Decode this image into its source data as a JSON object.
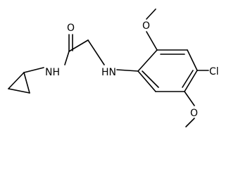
{
  "molecule": {
    "atoms": {
      "oxygen_carbonyl": "O",
      "amide_nh": "NH",
      "amine_hn": "HN",
      "chlorine": "Cl",
      "oxygen_methoxy_top": "O",
      "oxygen_methoxy_bottom": "O"
    }
  },
  "colors": {
    "bond": "#000000",
    "label": "#000000",
    "background": "#ffffff"
  }
}
